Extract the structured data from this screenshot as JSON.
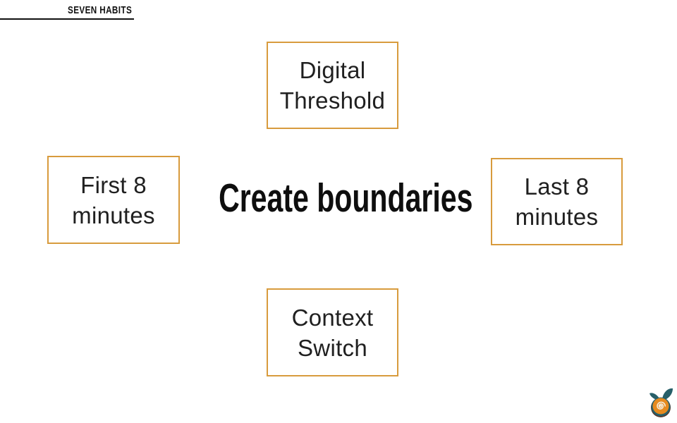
{
  "slide": {
    "header": {
      "label": "SEVEN HABITS"
    },
    "title": "Create boundaries",
    "boxes": [
      {
        "name": "digital-threshold",
        "line1": "Digital",
        "line2": "Threshold"
      },
      {
        "name": "first-8-minutes",
        "line1": "First 8",
        "line2": "minutes"
      },
      {
        "name": "last-8-minutes",
        "line1": "Last 8",
        "line2": "minutes"
      },
      {
        "name": "context-switch",
        "line1": "Context",
        "line2": "Switch"
      }
    ],
    "logo": {
      "name": "orange-spiral-fruit-logo"
    },
    "colors": {
      "box_border": "#d89b3d",
      "box_text": "#202020",
      "title_text": "#0e0e0e",
      "header_text": "#111111",
      "logo_teal": "#275f69",
      "logo_orange": "#e68a1e",
      "logo_brown": "#55352b",
      "logo_spiral": "#f5ead7"
    }
  }
}
